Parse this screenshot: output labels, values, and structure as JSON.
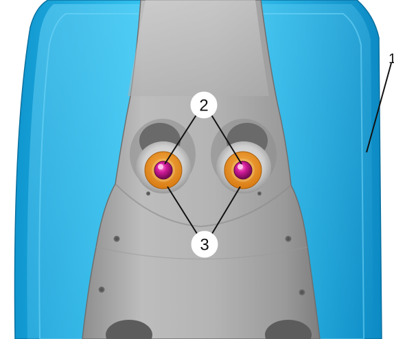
{
  "callouts": {
    "part_1": "1",
    "part_2": "2",
    "part_3": "3"
  },
  "colors": {
    "shell_blue": "#1aaee0",
    "plate_gray": "#a8a8a8",
    "washer_orange": "#e48a1e",
    "screw_magenta": "#c0168c"
  },
  "icons": {
    "fastener": "screw-with-washer-icon"
  }
}
